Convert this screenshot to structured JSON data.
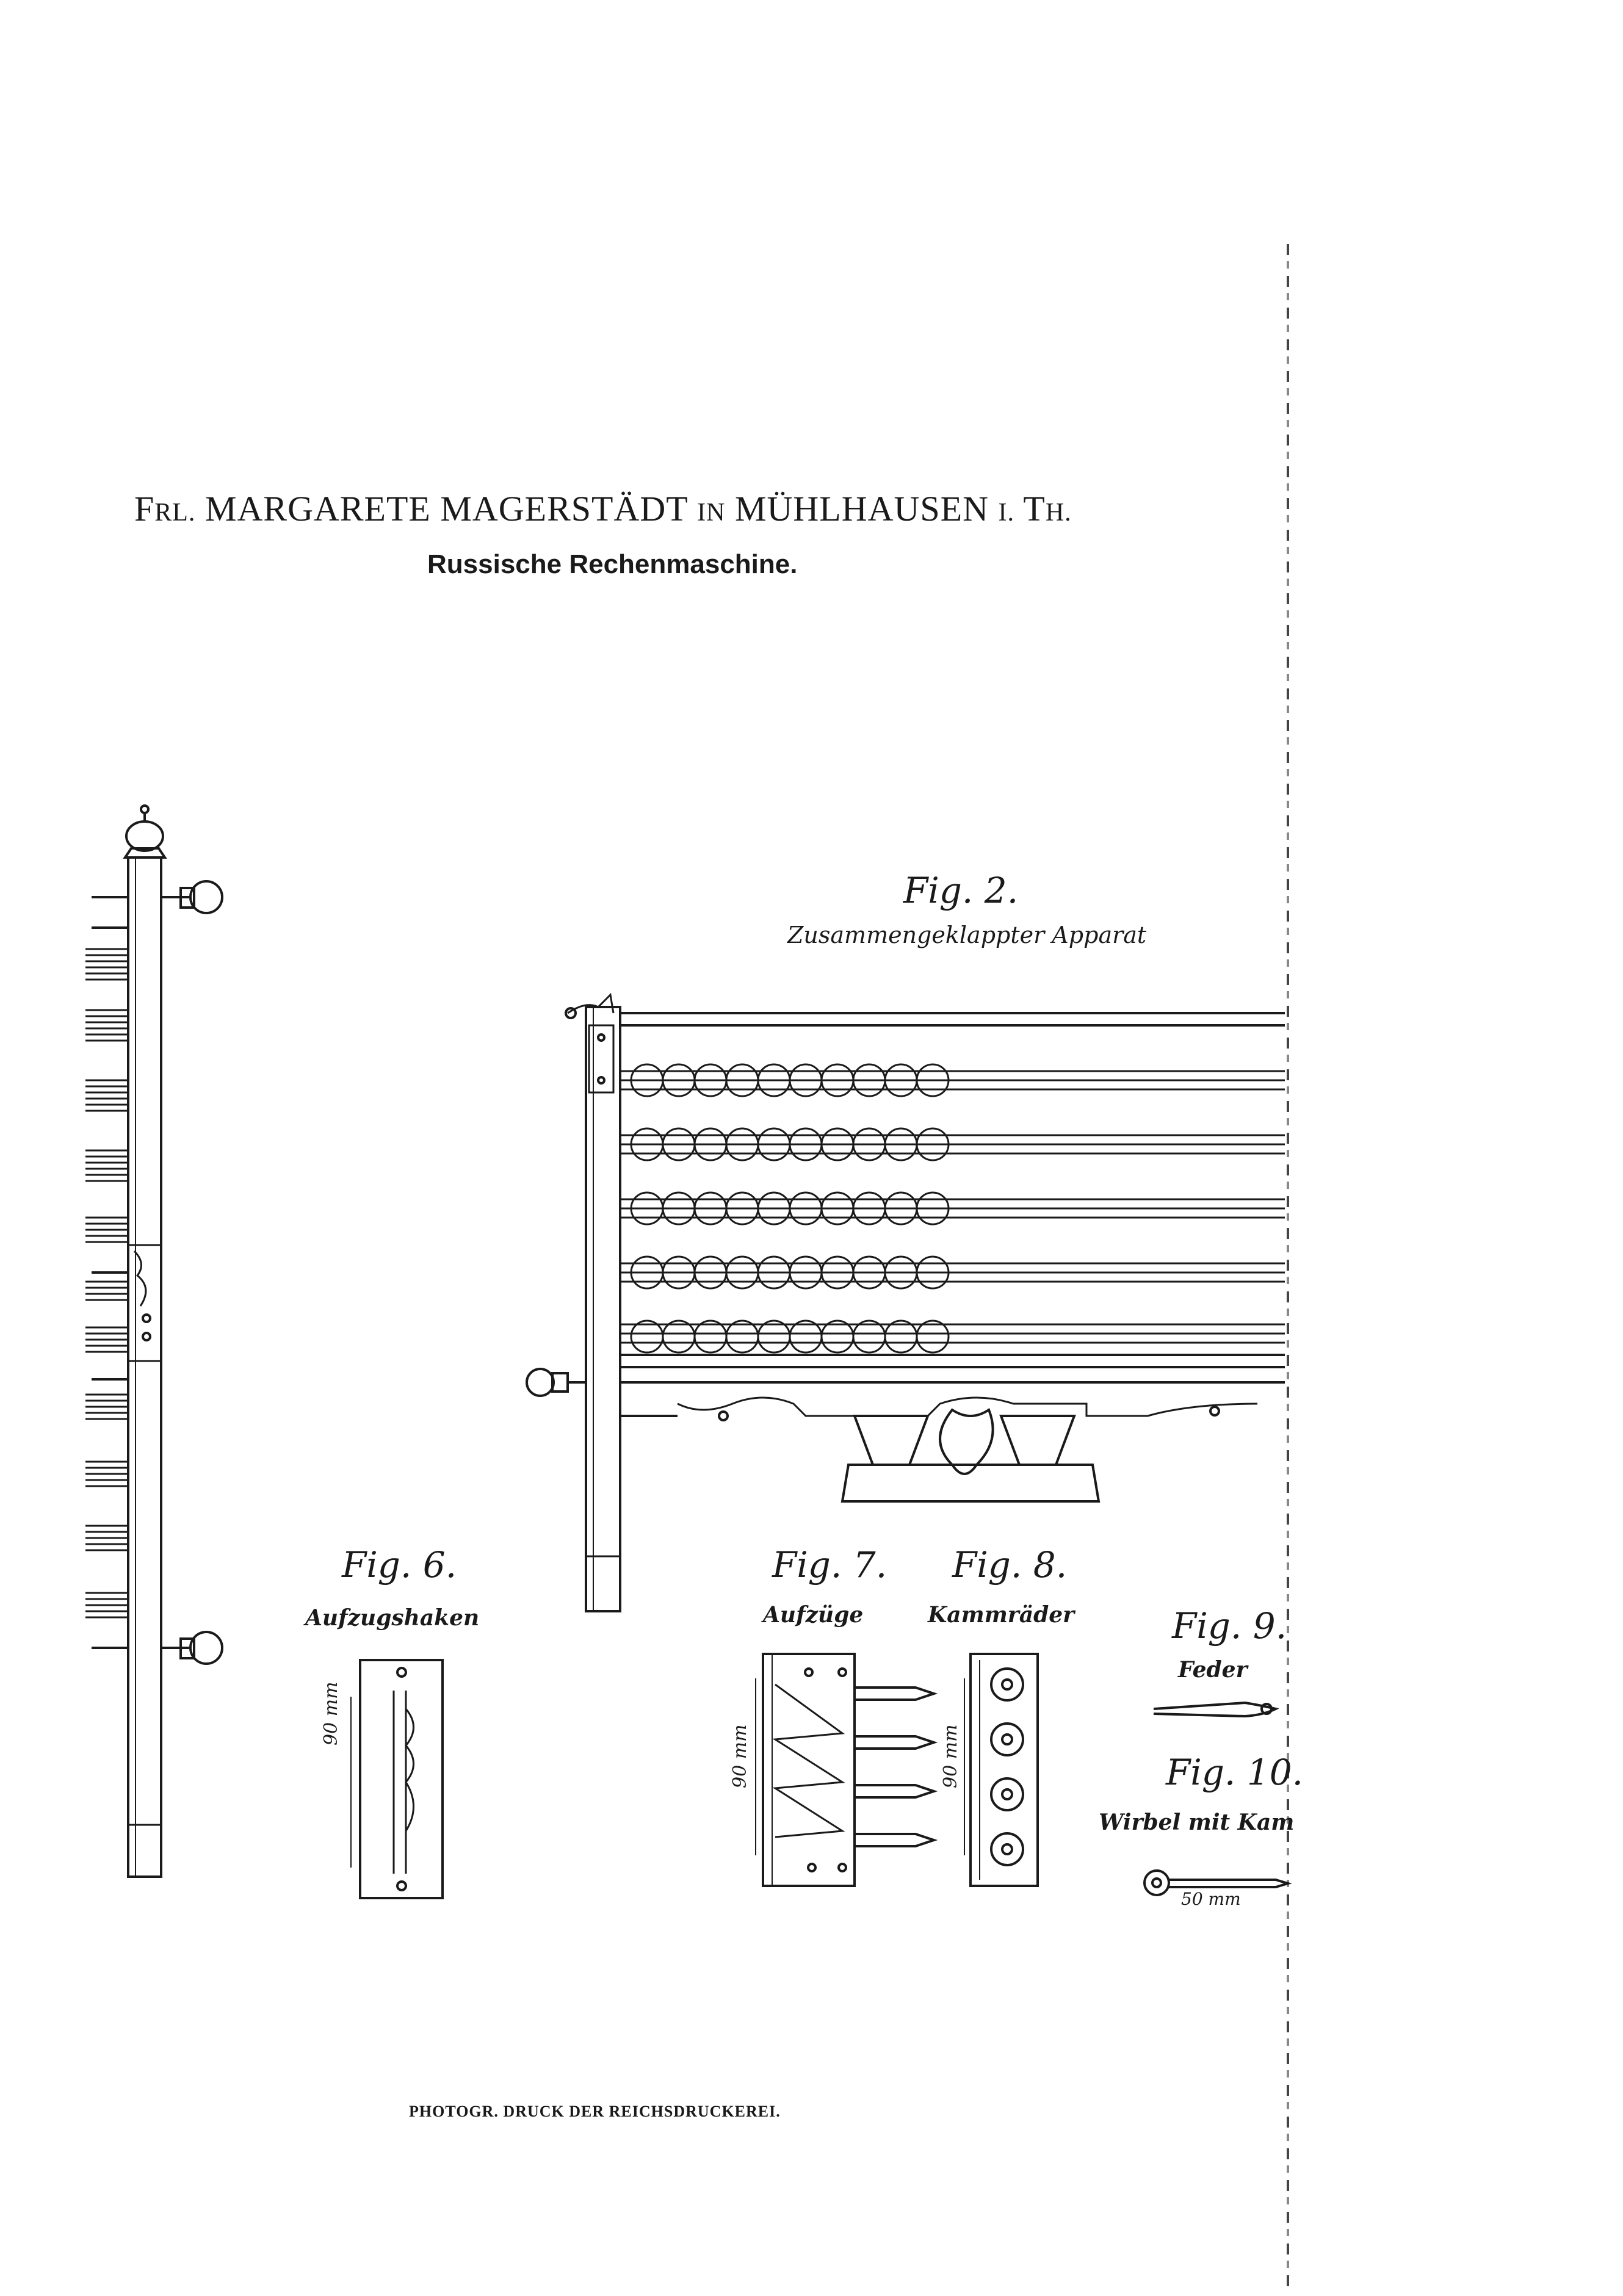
{
  "header": {
    "part1_initial": "F",
    "part1_rest": "RL.",
    "name": "MARGARETE MAGERSTÄDT",
    "in_word": "IN",
    "city": "MÜHLHAUSEN",
    "suffix_initial": "I.",
    "suffix_t": "T",
    "suffix_rest": "H."
  },
  "subtitle": "Russische Rechenmaschine.",
  "figures": {
    "fig2": {
      "label": "Fig. 2.",
      "caption": "Zusammengeklappter Apparat"
    },
    "fig6": {
      "label": "Fig. 6.",
      "caption": "Aufzugshaken",
      "dimension": "90 mm"
    },
    "fig7": {
      "label": "Fig. 7.",
      "caption": "Aufzüge",
      "dimension": "90 mm"
    },
    "fig8": {
      "label": "Fig. 8.",
      "caption": "Kammräder",
      "dimension": "90 mm"
    },
    "fig9": {
      "label": "Fig. 9.",
      "caption": "Feder"
    },
    "fig10": {
      "label": "Fig. 10.",
      "caption": "Wirbel mit Kam",
      "dimension": "50 mm"
    }
  },
  "footer": "PHOTOGR. DRUCK DER REICHSDRUCKEREI.",
  "colors": {
    "ink": "#1a1a1a",
    "paper": "#ffffff"
  }
}
